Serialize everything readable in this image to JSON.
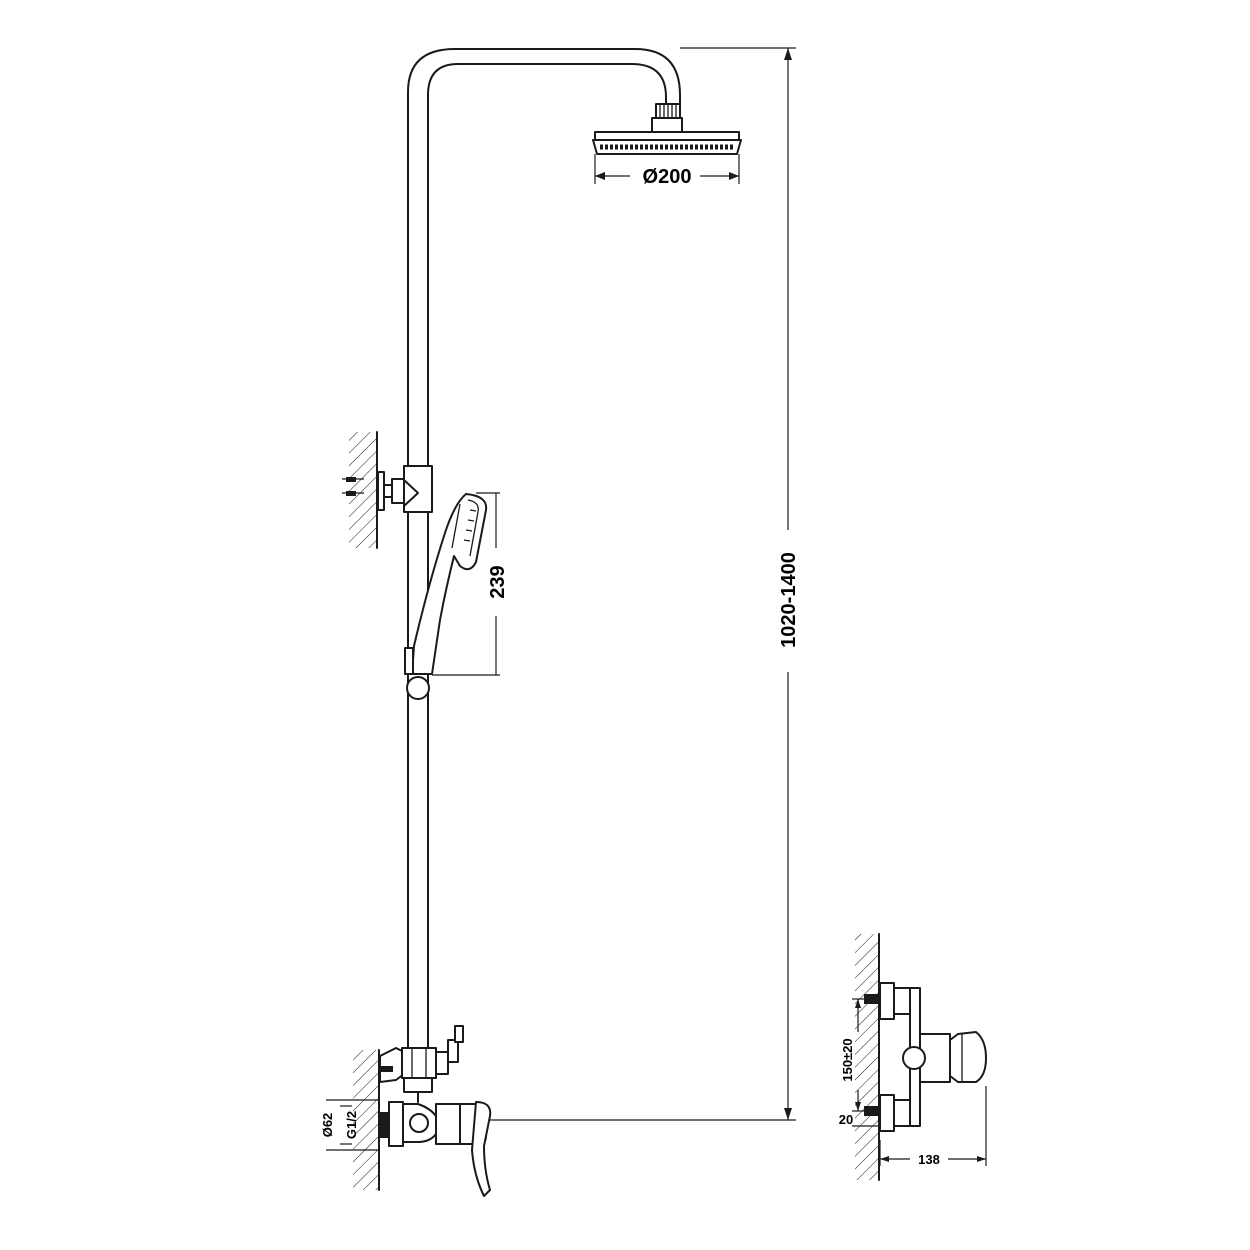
{
  "dimensions": {
    "head_diameter": "Ø200",
    "hand_shower_length": "239",
    "total_height": "1020-1400",
    "escutcheon_diameter": "Ø62",
    "thread": "G1/2",
    "inlet_spacing": "150±20",
    "offset": "20",
    "depth": "138"
  },
  "colors": {
    "line": "#1a1a1a",
    "background": "#ffffff"
  }
}
